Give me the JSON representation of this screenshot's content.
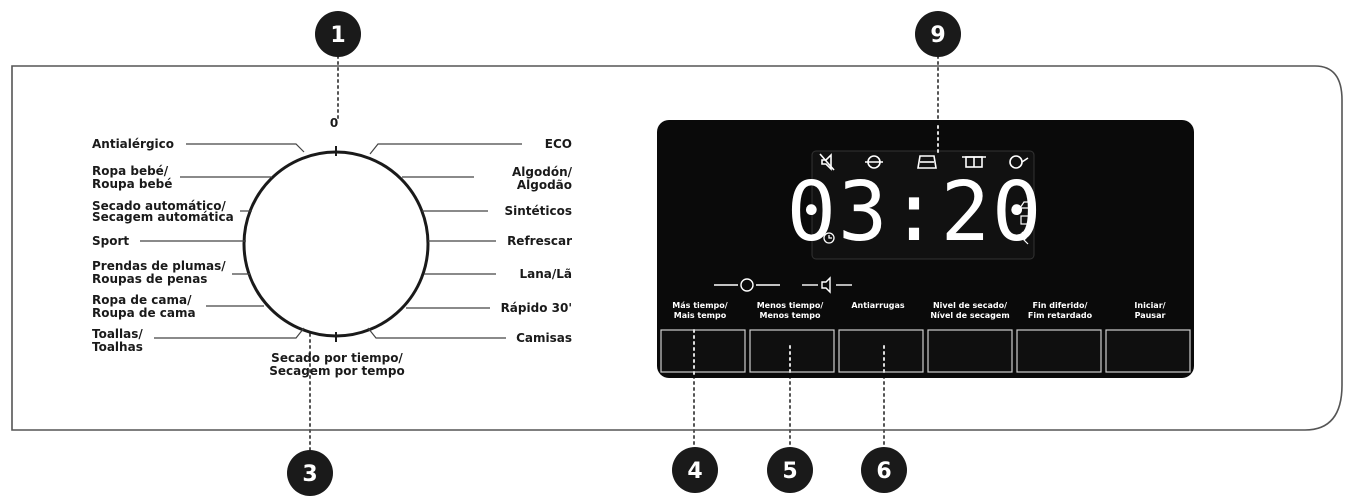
{
  "callouts": [
    "1",
    "9",
    "3",
    "4",
    "5",
    "6"
  ],
  "dial": {
    "zero_mark": "0",
    "bottom_label": [
      "Secado por tiempo/",
      "Secagem por tempo"
    ],
    "left_programs": [
      [
        "Antialérgico"
      ],
      [
        "Ropa bebé/",
        "Roupa bebé"
      ],
      [
        "Secado automático/",
        "Secagem automática"
      ],
      [
        "Sport"
      ],
      [
        "Prendas de plumas/",
        "Roupas de penas"
      ],
      [
        "Ropa de cama/",
        "Roupa de cama"
      ],
      [
        "Toallas/",
        "Toalhas"
      ]
    ],
    "right_programs": [
      [
        "ECO"
      ],
      [
        "Algodón/",
        "Algodão"
      ],
      [
        "Sintéticos"
      ],
      [
        "Refrescar"
      ],
      [
        "Lana/Lã"
      ],
      [
        "Rápido 30'"
      ],
      [
        "Camisas"
      ]
    ]
  },
  "display": {
    "time": "03:20",
    "top_icons": [
      "mute-icon",
      "drum-icon",
      "shirt-icon",
      "cupboard-icon",
      "delay-icon"
    ],
    "side_icons": [
      "iron-icon",
      "hanger-icon",
      "crease-icon"
    ],
    "clock_icon": "clock-icon"
  },
  "buttons": [
    [
      "Más tiempo/",
      "Mais tempo"
    ],
    [
      "Menos tiempo/",
      "Menos tempo"
    ],
    [
      "Antiarrugas"
    ],
    [
      "Nivel de secado/",
      "Nível de secagem"
    ],
    [
      "Fin diferido/",
      "Fim retardado"
    ],
    [
      "Iniciar/",
      "Pausar"
    ]
  ],
  "colors": {
    "panel": "#0a0a0a",
    "ink": "#1a1a1a",
    "callout": "#1a1a1a"
  }
}
